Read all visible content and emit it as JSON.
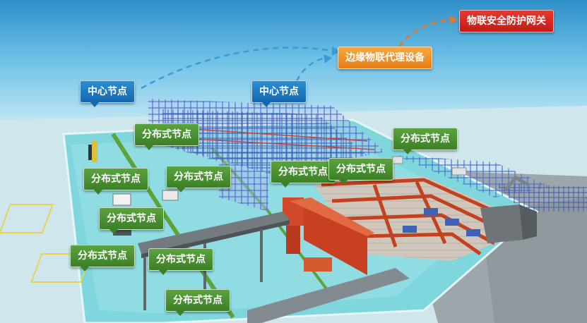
{
  "colors": {
    "distributed_node": "#4a9233",
    "center_node": "#1c7ac2",
    "edge_proxy": "#ef9324",
    "security_gateway": "#d62a22",
    "connector_line": "#3a9bd8",
    "connector_line_orange": "#e5772a"
  },
  "labels": {
    "security_gateway": "物联安全防护网关",
    "edge_proxy": "边缘物联代理设备",
    "center_node_1": "中心节点",
    "center_node_2": "中心节点",
    "distributed_nodes": [
      "分布式节点",
      "分布式节点",
      "分布式节点",
      "分布式节点",
      "分布式节点",
      "分布式节点",
      "分布式节点",
      "分布式节点",
      "分布式节点",
      "分布式节点"
    ]
  }
}
